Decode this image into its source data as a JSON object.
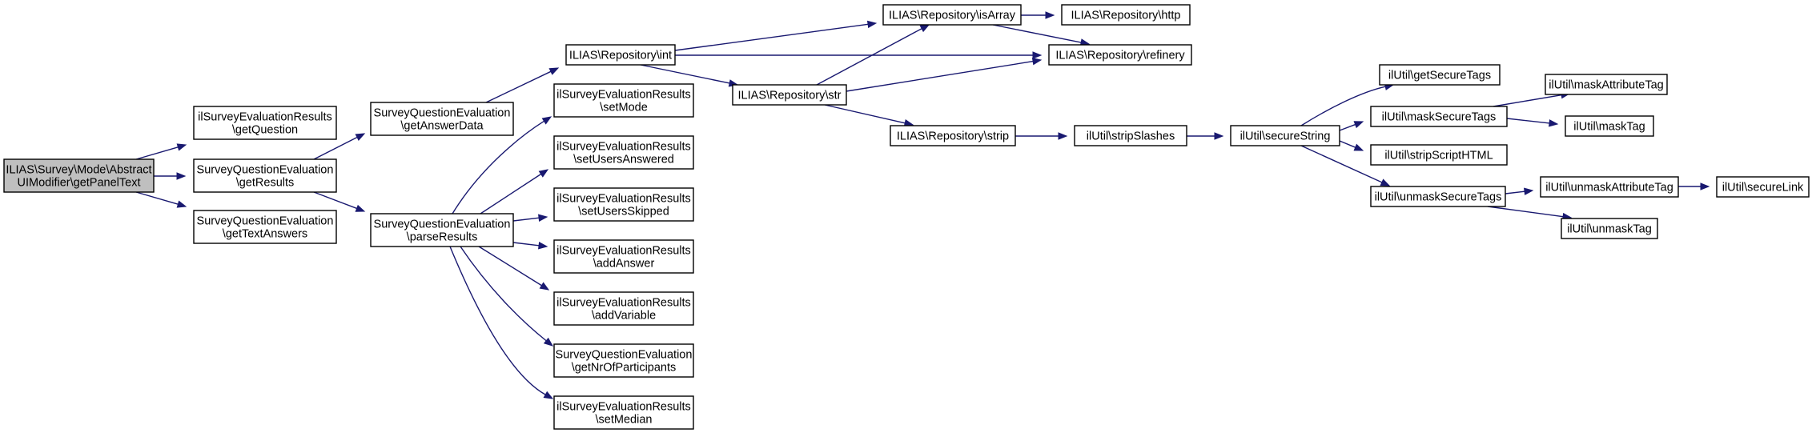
{
  "diagram": {
    "nodes": [
      {
        "id": "root",
        "lines": [
          "ILIAS\\Survey\\Mode\\Abstract",
          "UIModifier\\getPanelText"
        ],
        "root": true
      },
      {
        "id": "getQuestion",
        "lines": [
          "ilSurveyEvaluationResults",
          "\\getQuestion"
        ]
      },
      {
        "id": "getResults",
        "lines": [
          "SurveyQuestionEvaluation",
          "\\getResults"
        ]
      },
      {
        "id": "getTextAnswers",
        "lines": [
          "SurveyQuestionEvaluation",
          "\\getTextAnswers"
        ]
      },
      {
        "id": "getAnswerData",
        "lines": [
          "SurveyQuestionEvaluation",
          "\\getAnswerData"
        ]
      },
      {
        "id": "parseResults",
        "lines": [
          "SurveyQuestionEvaluation",
          "\\parseResults"
        ]
      },
      {
        "id": "repoInt",
        "lines": [
          "ILIAS\\Repository\\int"
        ]
      },
      {
        "id": "setMode",
        "lines": [
          "ilSurveyEvaluationResults",
          "\\setMode"
        ]
      },
      {
        "id": "setUsersAnswered",
        "lines": [
          "ilSurveyEvaluationResults",
          "\\setUsersAnswered"
        ]
      },
      {
        "id": "setUsersSkipped",
        "lines": [
          "ilSurveyEvaluationResults",
          "\\setUsersSkipped"
        ]
      },
      {
        "id": "addAnswer",
        "lines": [
          "ilSurveyEvaluationResults",
          "\\addAnswer"
        ]
      },
      {
        "id": "addVariable",
        "lines": [
          "ilSurveyEvaluationResults",
          "\\addVariable"
        ]
      },
      {
        "id": "getNrOfParticipants",
        "lines": [
          "SurveyQuestionEvaluation",
          "\\getNrOfParticipants"
        ]
      },
      {
        "id": "setMedian",
        "lines": [
          "ilSurveyEvaluationResults",
          "\\setMedian"
        ]
      },
      {
        "id": "repoStr",
        "lines": [
          "ILIAS\\Repository\\str"
        ]
      },
      {
        "id": "repoIsArray",
        "lines": [
          "ILIAS\\Repository\\isArray"
        ]
      },
      {
        "id": "repoHttp",
        "lines": [
          "ILIAS\\Repository\\http"
        ]
      },
      {
        "id": "repoRefinery",
        "lines": [
          "ILIAS\\Repository\\refinery"
        ]
      },
      {
        "id": "repoStrip",
        "lines": [
          "ILIAS\\Repository\\strip"
        ]
      },
      {
        "id": "stripSlashes",
        "lines": [
          "ilUtil\\stripSlashes"
        ]
      },
      {
        "id": "secureString",
        "lines": [
          "ilUtil\\secureString"
        ]
      },
      {
        "id": "getSecureTags",
        "lines": [
          "ilUtil\\getSecureTags"
        ]
      },
      {
        "id": "maskSecureTags",
        "lines": [
          "ilUtil\\maskSecureTags"
        ]
      },
      {
        "id": "stripScriptHTML",
        "lines": [
          "ilUtil\\stripScriptHTML"
        ]
      },
      {
        "id": "unmaskSecureTags",
        "lines": [
          "ilUtil\\unmaskSecureTags"
        ]
      },
      {
        "id": "maskAttributeTag",
        "lines": [
          "ilUtil\\maskAttributeTag"
        ]
      },
      {
        "id": "maskTag",
        "lines": [
          "ilUtil\\maskTag"
        ]
      },
      {
        "id": "unmaskAttributeTag",
        "lines": [
          "ilUtil\\unmaskAttributeTag"
        ]
      },
      {
        "id": "unmaskTag",
        "lines": [
          "ilUtil\\unmaskTag"
        ]
      },
      {
        "id": "secureLink",
        "lines": [
          "ilUtil\\secureLink"
        ]
      }
    ],
    "edges": [
      {
        "from": "root",
        "to": "getQuestion"
      },
      {
        "from": "root",
        "to": "getResults"
      },
      {
        "from": "root",
        "to": "getTextAnswers"
      },
      {
        "from": "getResults",
        "to": "getAnswerData"
      },
      {
        "from": "getResults",
        "to": "parseResults"
      },
      {
        "from": "getAnswerData",
        "to": "repoInt"
      },
      {
        "from": "parseResults",
        "to": "setMode"
      },
      {
        "from": "parseResults",
        "to": "setUsersAnswered"
      },
      {
        "from": "parseResults",
        "to": "setUsersSkipped"
      },
      {
        "from": "parseResults",
        "to": "addAnswer"
      },
      {
        "from": "parseResults",
        "to": "addVariable"
      },
      {
        "from": "parseResults",
        "to": "getNrOfParticipants"
      },
      {
        "from": "parseResults",
        "to": "setMedian"
      },
      {
        "from": "repoInt",
        "to": "repoIsArray"
      },
      {
        "from": "repoInt",
        "to": "repoRefinery"
      },
      {
        "from": "repoInt",
        "to": "repoStr"
      },
      {
        "from": "repoStr",
        "to": "repoIsArray"
      },
      {
        "from": "repoStr",
        "to": "repoRefinery"
      },
      {
        "from": "repoStr",
        "to": "repoStrip"
      },
      {
        "from": "repoIsArray",
        "to": "repoHttp"
      },
      {
        "from": "repoIsArray",
        "to": "repoRefinery"
      },
      {
        "from": "repoStrip",
        "to": "stripSlashes"
      },
      {
        "from": "stripSlashes",
        "to": "secureString"
      },
      {
        "from": "secureString",
        "to": "getSecureTags"
      },
      {
        "from": "secureString",
        "to": "maskSecureTags"
      },
      {
        "from": "secureString",
        "to": "stripScriptHTML"
      },
      {
        "from": "secureString",
        "to": "unmaskSecureTags"
      },
      {
        "from": "maskSecureTags",
        "to": "maskAttributeTag"
      },
      {
        "from": "maskSecureTags",
        "to": "maskTag"
      },
      {
        "from": "unmaskSecureTags",
        "to": "unmaskAttributeTag"
      },
      {
        "from": "unmaskSecureTags",
        "to": "unmaskTag"
      },
      {
        "from": "unmaskAttributeTag",
        "to": "secureLink"
      }
    ],
    "colors": {
      "edge": "#191970",
      "root_fill": "#bfbfbf",
      "node_fill": "#ffffff",
      "node_border": "#000000"
    }
  }
}
